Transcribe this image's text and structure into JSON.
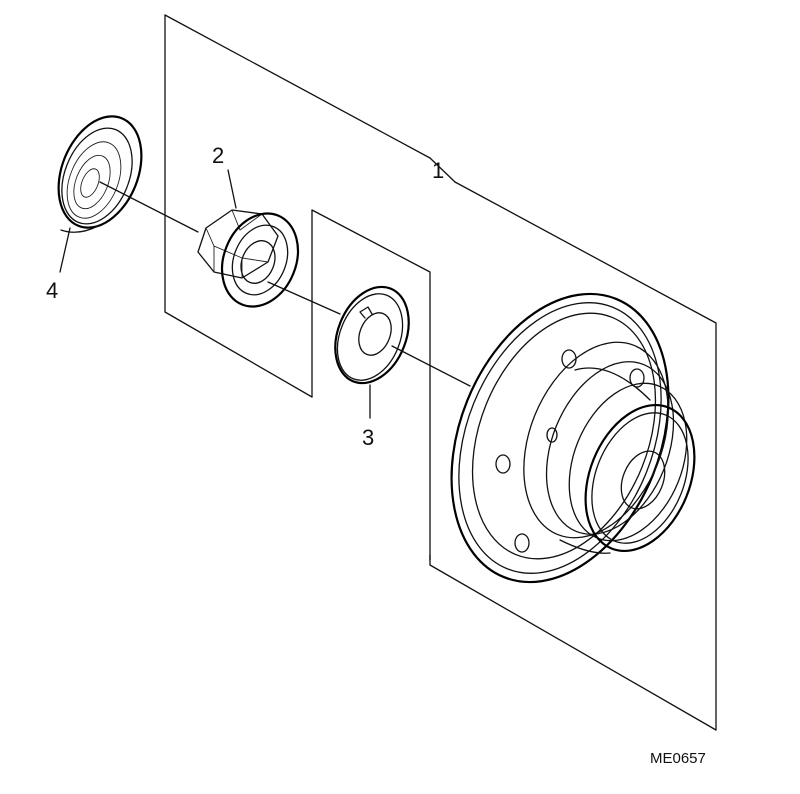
{
  "callouts": [
    {
      "id": "1",
      "label": "1"
    },
    {
      "id": "2",
      "label": "2"
    },
    {
      "id": "3",
      "label": "3"
    },
    {
      "id": "4",
      "label": "4"
    }
  ],
  "reference_code": "ME0657",
  "colors": {
    "line": "#111111",
    "background": "#ffffff"
  }
}
